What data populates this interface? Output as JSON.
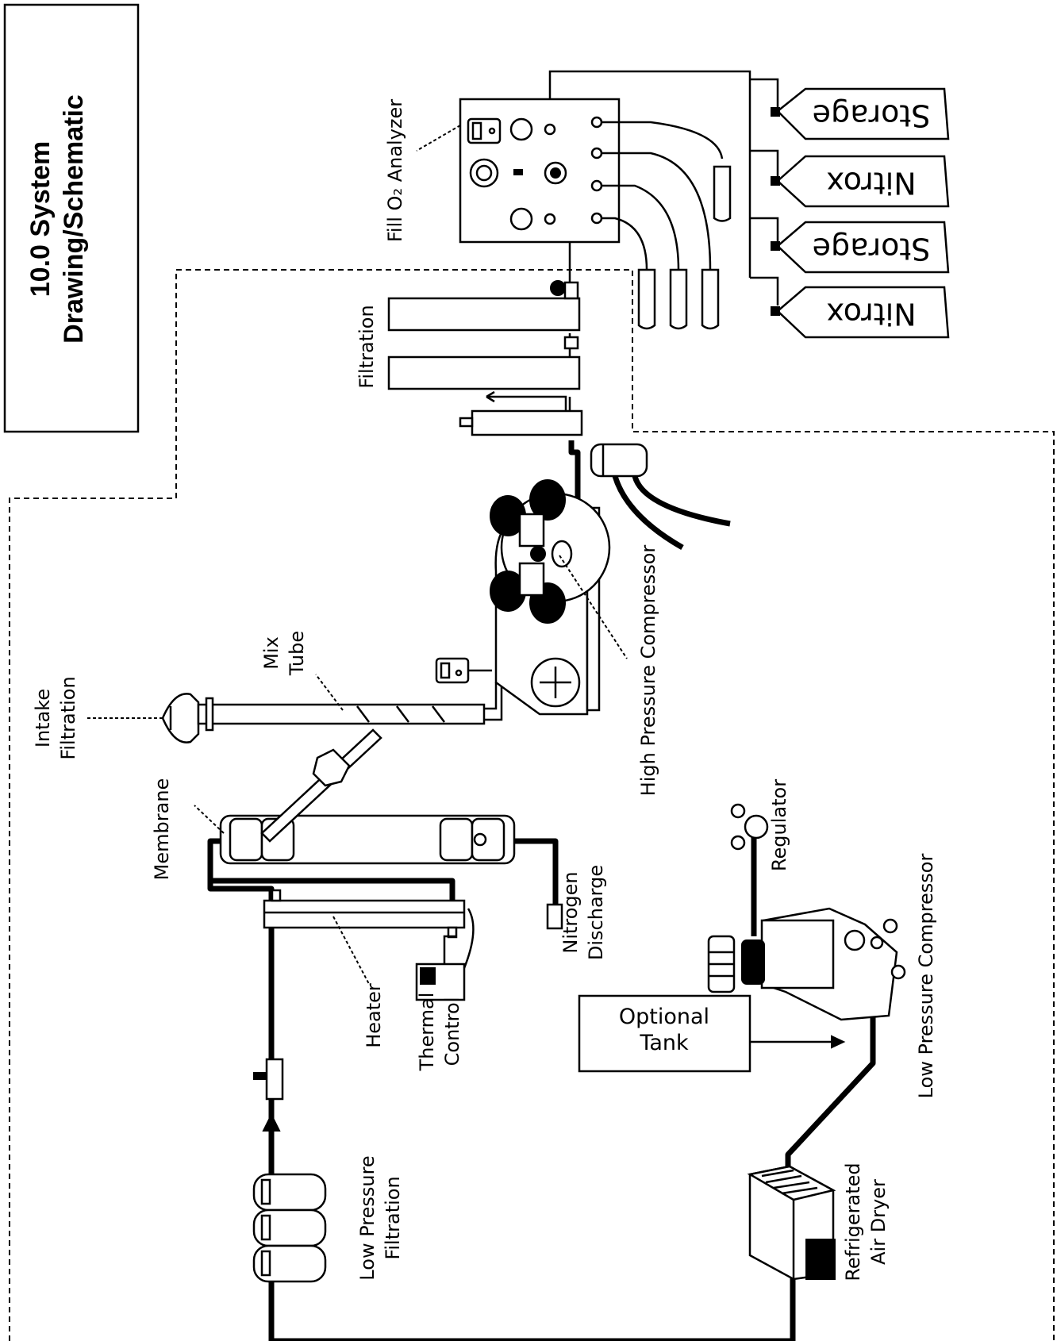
{
  "title": {
    "line1": "10.0 System",
    "line2": "Drawing/Schematic"
  },
  "labels": {
    "fill_analyzer": "Fill O₂ Analyzer",
    "filtration": "Filtration",
    "intake_filtration_1": "Intake",
    "intake_filtration_2": "Filtration",
    "mix_tube_1": "Mix",
    "mix_tube_2": "Tube",
    "membrane": "Membrane",
    "high_pressure_compressor": "High Pressure Compressor",
    "nitrogen_discharge_1": "Nitrogen",
    "nitrogen_discharge_2": "Discharge",
    "heater": "Heater",
    "thermal_control_1": "Thermal",
    "thermal_control_2": "Control",
    "regulator": "Regulator",
    "low_pressure_compressor": "Low Pressure Compressor",
    "optional_tank_1": "Optional",
    "optional_tank_2": "Tank",
    "low_pressure_filtration_1": "Low Pressure",
    "low_pressure_filtration_2": "Filtration",
    "refrigerated_air_dryer_1": "Refrigerated",
    "refrigerated_air_dryer_2": "Air Dryer"
  },
  "tanks": [
    "Storage",
    "Nitrox",
    "Storage",
    "Nitrox"
  ]
}
